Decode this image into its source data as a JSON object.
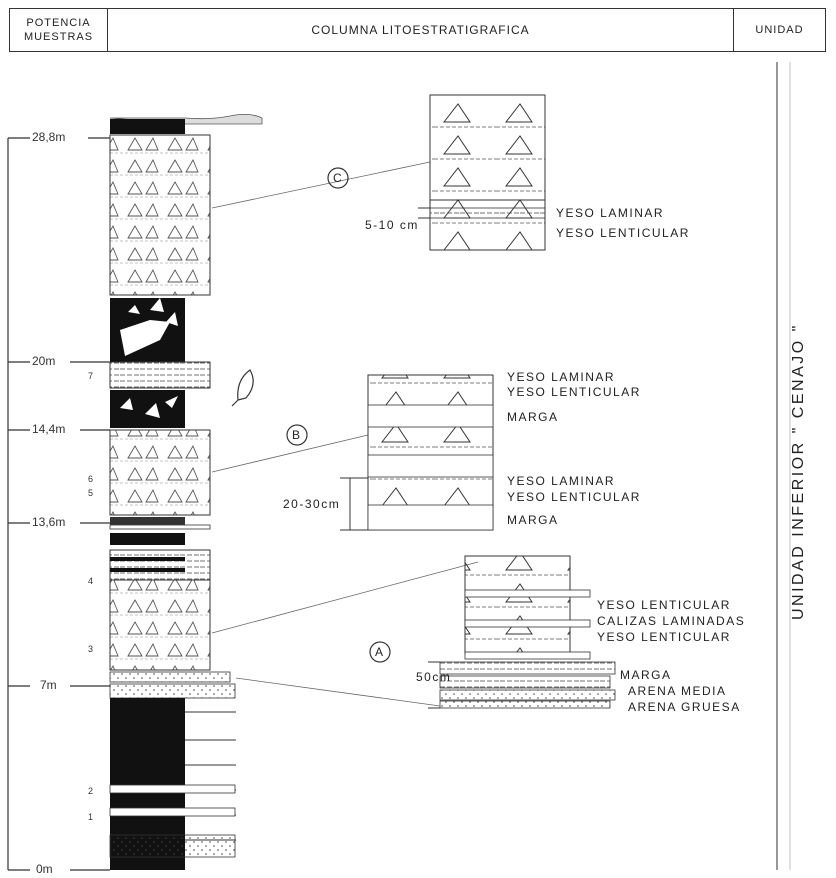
{
  "header": {
    "col1_line1": "POTENCIA",
    "col1_line2": "MUESTRAS",
    "col2": "COLUMNA   LITOESTRATIGRAFICA",
    "col3": "UNIDAD"
  },
  "unit_label": "UNIDAD INFERIOR \" CENAJO \"",
  "thickness_ticks": [
    "28,8m",
    "20m",
    "14,4m",
    "13,6m",
    "7m",
    "0m"
  ],
  "sample_numbers": [
    "7",
    "6",
    "5",
    "4",
    "3",
    "2",
    "1"
  ],
  "details": {
    "c": {
      "marker": "C",
      "scale": "5-10 cm",
      "labels": [
        "YESO LAMINAR",
        "YESO LENTICULAR"
      ]
    },
    "b": {
      "marker": "B",
      "scale": "20-30cm",
      "labels": [
        "YESO LAMINAR",
        "YESO LENTICULAR",
        "MARGA",
        "YESO LAMINAR",
        "YESO LENTICULAR",
        "MARGA"
      ]
    },
    "a": {
      "marker": "A",
      "scale": "50cm",
      "labels": [
        "YESO LENTICULAR",
        "CALIZAS LAMINADAS",
        "YESO LENTICULAR",
        "MARGA",
        "ARENA MEDIA",
        "ARENA GRUESA"
      ]
    }
  }
}
